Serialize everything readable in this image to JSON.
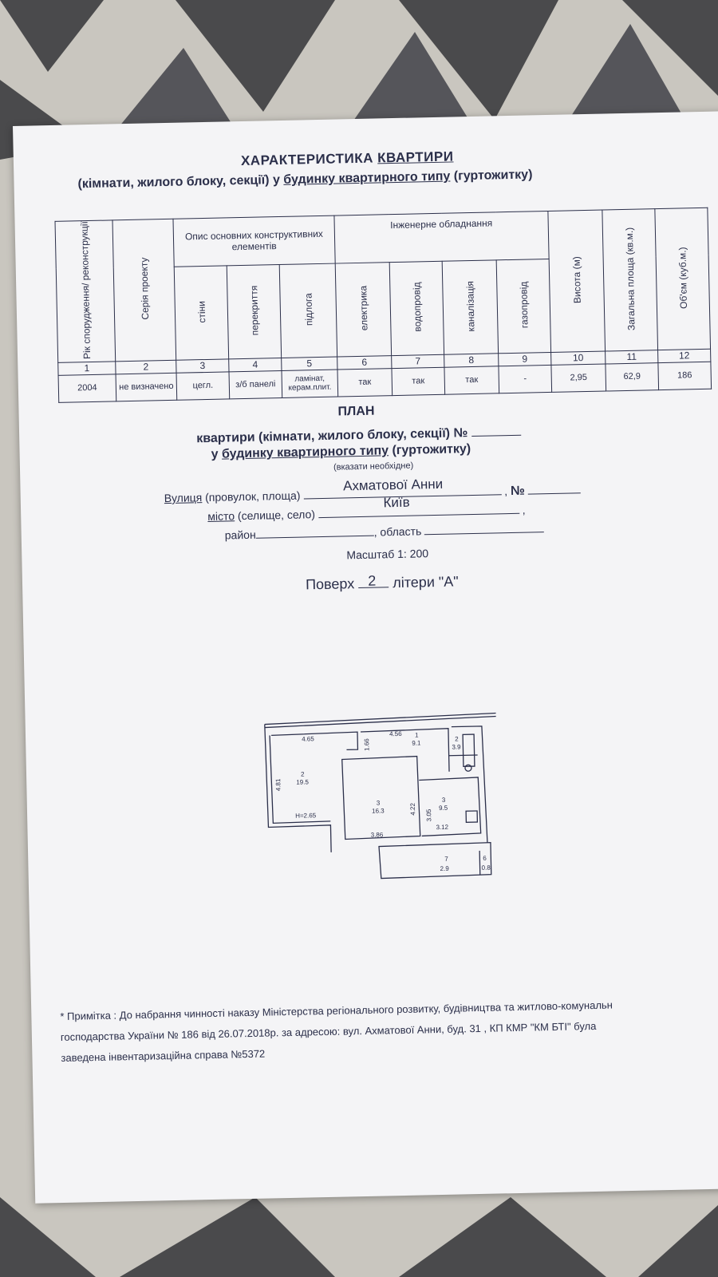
{
  "header": {
    "title_plain": "ХАРАКТЕРИСТИКА ",
    "title_under": "КВАРТИРИ",
    "subtitle_a": "(кімнати, жилого блоку, секції) у ",
    "subtitle_b": "будинку квартирного типу",
    "subtitle_c": " (гуртожитку)"
  },
  "table": {
    "group_construct": "Опис основних конструктивних елементів",
    "group_engineering": "Інженерне обладнання",
    "columns": [
      "Рік спорудження/ реконструкції",
      "Серія проекту",
      "стіни",
      "перекриття",
      "підлога",
      "електрика",
      "водопровід",
      "каналізація",
      "газопровід",
      "Висота (м)",
      "Загальна площа (кв.м.)",
      "Об'єм (куб.м.)"
    ],
    "numbers": [
      "1",
      "2",
      "3",
      "4",
      "5",
      "6",
      "7",
      "8",
      "9",
      "10",
      "11",
      "12"
    ],
    "values": [
      "2004",
      "не визначено",
      "цегл.",
      "з/б панелі",
      "ламінат, керам.плит.",
      "так",
      "так",
      "так",
      "-",
      "2,95",
      "62,9",
      "186"
    ]
  },
  "plan": {
    "title": "ПЛАН",
    "line1_a": "квартири (кімнати, жилого блоку, секції) №",
    "line2_a": "у ",
    "line2_b": "будинку квартирного типу",
    "line2_c": " (гуртожитку)",
    "hint": "(вказати необхідне)",
    "street_label_a": "Вулиця",
    "street_label_b": " (провулок, площа)",
    "street_value": "Ахматової Анни",
    "number_label": "№",
    "city_label_a": "місто",
    "city_label_b": " (селище, село)",
    "city_value": "Київ",
    "district_label": "район",
    "region_label": ", область",
    "scale": "Масштаб 1: 200",
    "floor_label": "Поверх",
    "floor_value": "2",
    "letter_label": "літери \"А\""
  },
  "floorplan": {
    "labels": [
      {
        "t": "4.65"
      },
      {
        "t": "4.56"
      },
      {
        "t": "1"
      },
      {
        "t": "9.1"
      },
      {
        "t": "2"
      },
      {
        "t": "3.9"
      },
      {
        "t": "1.66"
      },
      {
        "t": "4.81"
      },
      {
        "t": "2"
      },
      {
        "t": "19.5"
      },
      {
        "t": "H=2.65"
      },
      {
        "t": "3"
      },
      {
        "t": "16.3"
      },
      {
        "t": "4.22"
      },
      {
        "t": "3.05"
      },
      {
        "t": "3"
      },
      {
        "t": "9.5"
      },
      {
        "t": "3.86"
      },
      {
        "t": "3.12"
      },
      {
        "t": "7"
      },
      {
        "t": "2.9"
      },
      {
        "t": "6"
      },
      {
        "t": "0.8"
      }
    ]
  },
  "note": {
    "line1": "* Примітка :  До набрання чинності  наказу Міністерства регіонального розвитку, будівництва та житлово-комунальн",
    "line2": "господарства України № 186 від 26.07.2018р.  за адресою: вул. Ахматової Анни, буд. 31 , КП КМР \"КМ БТІ\" була",
    "line3": "заведена інвентаризаційна справа №5372"
  }
}
